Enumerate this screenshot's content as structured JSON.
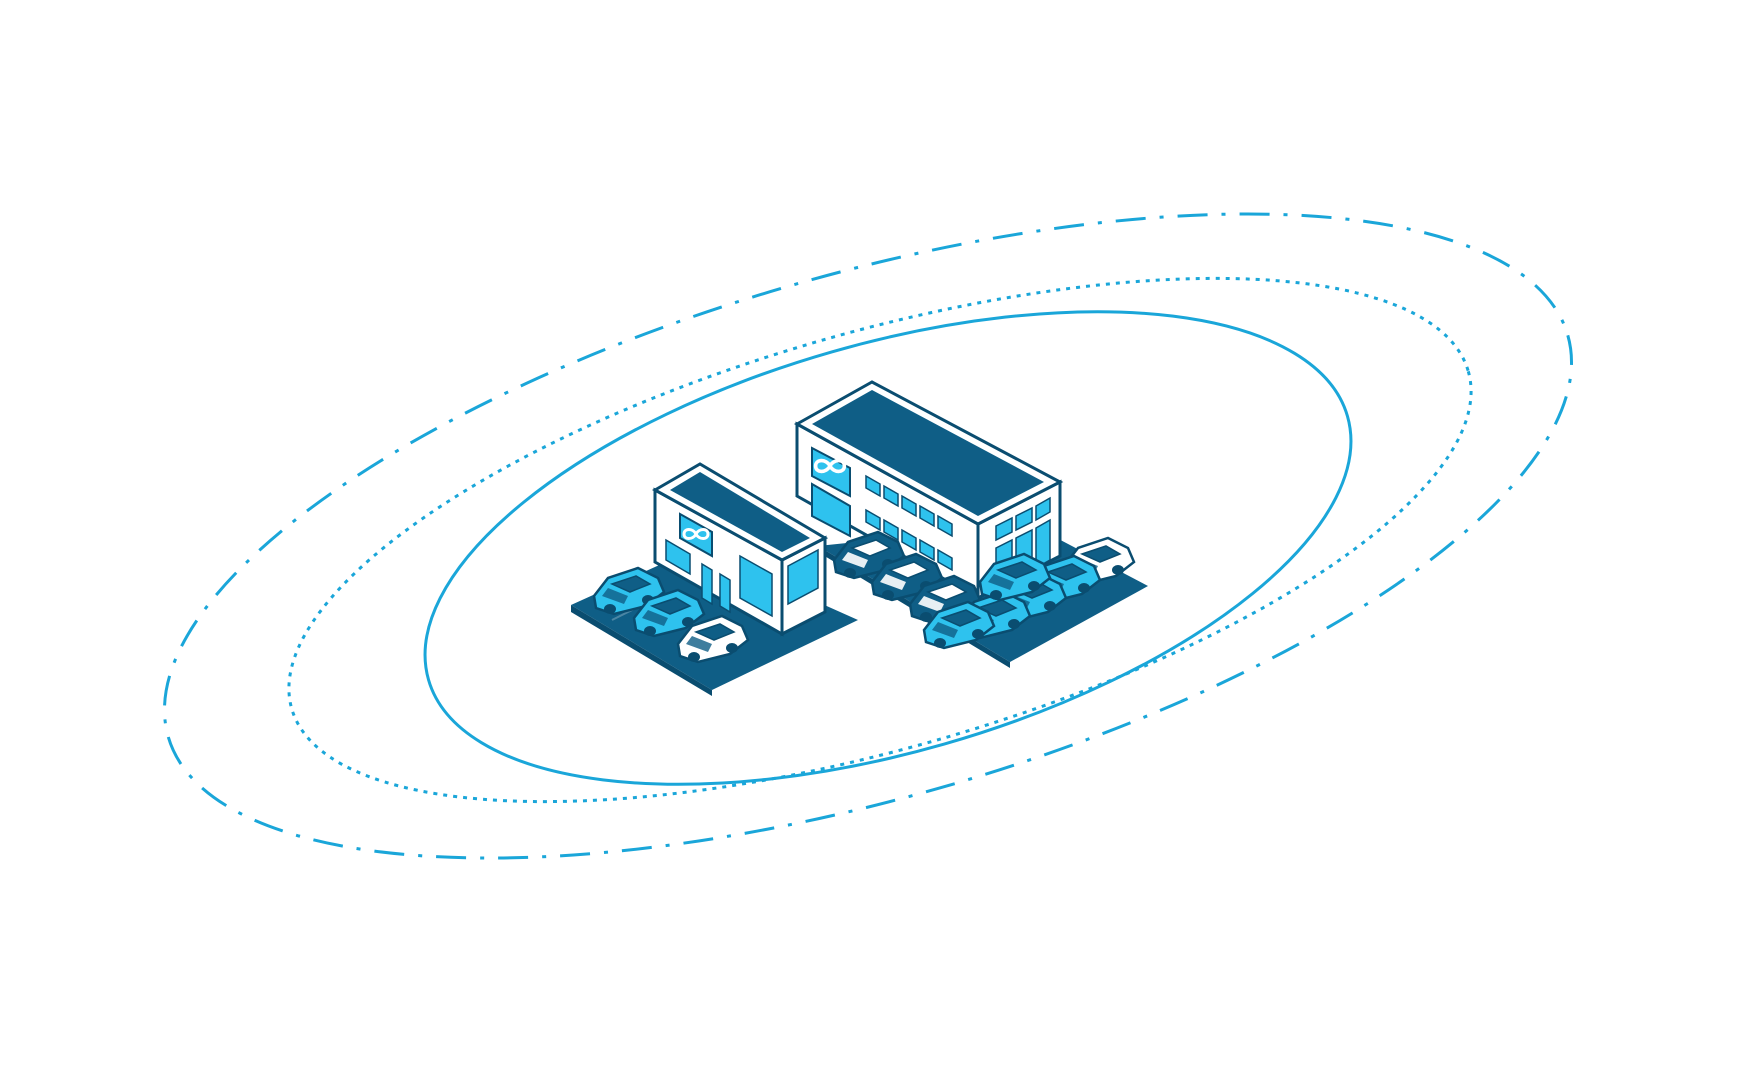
{
  "illustration": {
    "subject": "isometric-campus-two-buildings-with-parking",
    "rings": [
      {
        "name": "inner-ring",
        "style": "solid"
      },
      {
        "name": "middle-ring",
        "style": "dotted"
      },
      {
        "name": "outer-ring",
        "style": "dash-dot"
      }
    ],
    "buildings": [
      {
        "name": "small-building",
        "logo": "infinity-logo"
      },
      {
        "name": "large-building",
        "logo": "infinity-logo"
      }
    ],
    "cars_visible": 12,
    "colors": {
      "background": "#ffffff",
      "ring": "#1aa6d9",
      "dark_navy": "#0f5e86",
      "wall": "#ffffff",
      "glass": "#2ec2ee",
      "car_body": "#2ec2ee",
      "car_dark": "#0f5e86",
      "outline": "#0a4d70"
    }
  }
}
